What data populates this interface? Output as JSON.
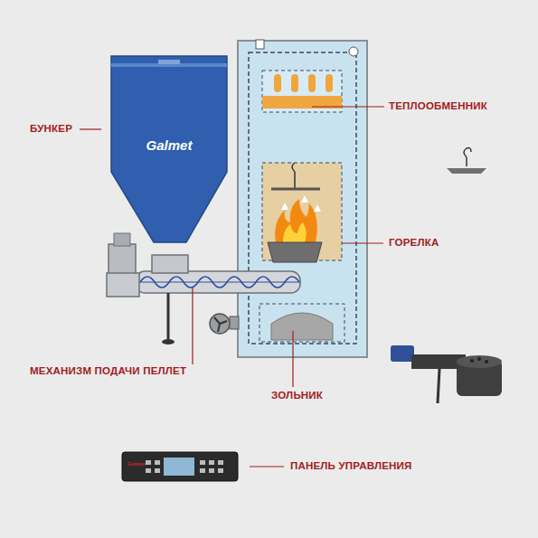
{
  "diagram": {
    "nodes": [
      {
        "text": [
          "Galmet"
        ]
      },
      {
        "text": [
          "Galmet"
        ]
      }
    ],
    "labels": [
      "БУНКЕР",
      "ТЕПЛООБМЕННИК",
      "ГОРЕЛКА",
      "МЕХАНИЗМ ПОДАЧИ ПЕЛЛЕТ",
      "ЗОЛЬНИК",
      "ПАНЕЛЬ УПРАВЛЕНИЯ"
    ]
  }
}
